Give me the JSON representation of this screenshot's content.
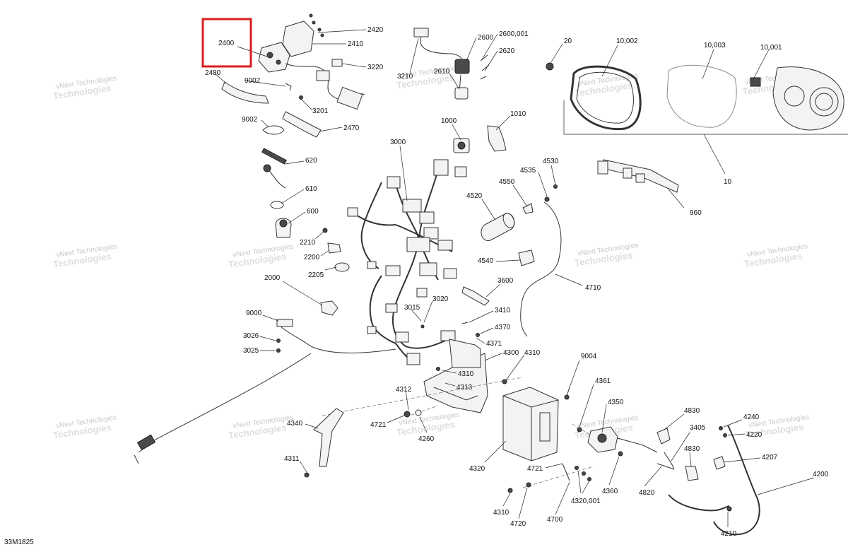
{
  "diagram": {
    "figure_code": "33M1825",
    "highlight_part": "2400",
    "highlight_color": "#d81e1e",
    "watermark": {
      "line1": "vNext Technologies",
      "line2": "Technologies"
    },
    "callouts": [
      "2400",
      "2420",
      "2410",
      "3220",
      "2480",
      "9002",
      "3201",
      "2470",
      "9002",
      "2600",
      "2600,001",
      "2620",
      "3210",
      "2610",
      "20",
      "10,002",
      "10,003",
      "10,001",
      "10",
      "1000",
      "1010",
      "3000",
      "620",
      "610",
      "600",
      "2210",
      "2200",
      "2205",
      "4535",
      "4530",
      "4550",
      "4520",
      "960",
      "4540",
      "4710",
      "2000",
      "3600",
      "3015",
      "3020",
      "3410",
      "9000",
      "3026",
      "3025",
      "4370",
      "4371",
      "4300",
      "4310",
      "4310",
      "4313",
      "4312",
      "4721",
      "4260",
      "9004",
      "4361",
      "4350",
      "4340",
      "4311",
      "4320",
      "4830",
      "3405",
      "4240",
      "4220",
      "4830",
      "4207",
      "4721",
      "4360",
      "4820",
      "4200",
      "4320,001",
      "4310",
      "4720",
      "4700",
      "4210"
    ]
  }
}
